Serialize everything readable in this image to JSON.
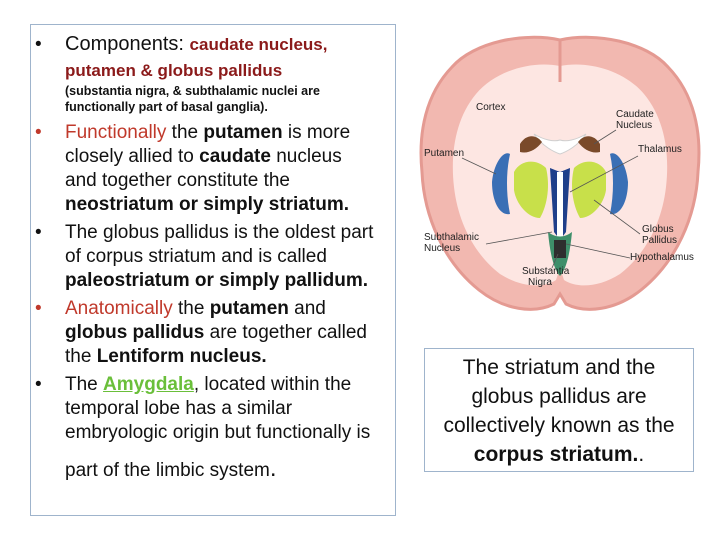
{
  "left": {
    "b1": {
      "label": "Components:",
      "text": "caudate nucleus,",
      "line2": "putamen & globus pallidus"
    },
    "note_l1": "(substantia nigra, & subthalamic nuclei are",
    "note_l2": "functionally part of basal ganglia).",
    "b2": {
      "w1": "Functionally",
      "w2": " the ",
      "w3": "putamen",
      "w4": " is more",
      "l2a": "closely allied to ",
      "l2b": "caudate",
      "l2c": " nucleus",
      "l3": "and together constitute the",
      "l4": "neostriatum or simply striatum."
    },
    "b3": {
      "l1": "The globus pallidus is the oldest part",
      "l2": "of corpus striatum and is called",
      "l3": "paleostriatum or simply pallidum."
    },
    "b4": {
      "w1": "Anatomically",
      "w2": " the ",
      "w3": "putamen",
      "w4": " and",
      "l2": "globus pallidus",
      "l2b": " are together called",
      "l3a": "the ",
      "l3b": "Lentiform nucleus."
    },
    "b5": {
      "w1": "The ",
      "w2": "Amygdala",
      "w3": ", located within the",
      "l2": "temporal lobe has a similar",
      "l3": "embryologic origin but functionally is",
      "l4": "part of the limbic system",
      "l4end": "."
    }
  },
  "brain_labels": {
    "cortex": "Cortex",
    "caudate1": "Caudate",
    "caudate2": "Nucleus",
    "putamen": "Putamen",
    "thalamus": "Thalamus",
    "globus1": "Globus",
    "globus2": "Pallidus",
    "subth1": "Subthalamic",
    "subth2": "Nucleus",
    "hypo": "Hypothalamus",
    "sn1": "Substantia",
    "sn2": "Nigra"
  },
  "caption": {
    "l1": "The striatum and the",
    "l2": "globus pallidus are",
    "l3": "collectively known as the",
    "l4": "corpus striatum.",
    "l4end": "."
  },
  "colors": {
    "red": "#c0392b",
    "green": "#6abf3a",
    "cortex": "#f2b8b0",
    "white_matter": "#fde6e2",
    "putamen": "#3a6fb5",
    "globus": "#c8e04a",
    "thalamus": "#1f3f8a",
    "caudate": "#7a4a2a"
  }
}
